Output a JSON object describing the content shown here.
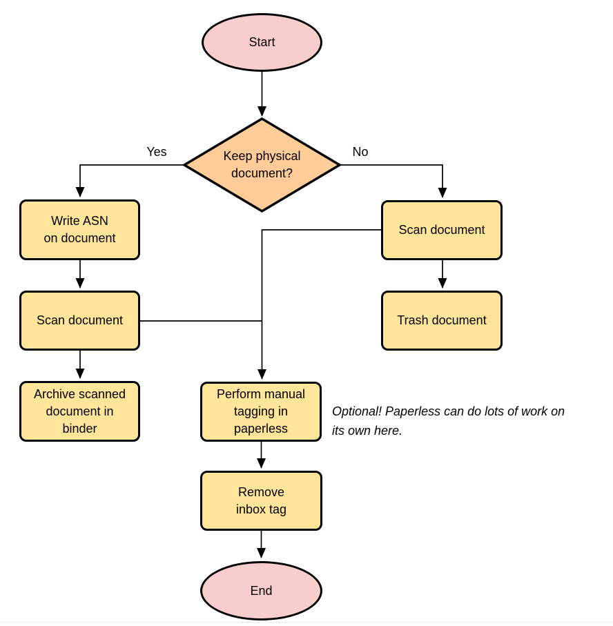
{
  "flowchart": {
    "nodes": {
      "start": {
        "type": "terminal",
        "label": "Start"
      },
      "decision": {
        "type": "decision",
        "label": "Keep physical\ndocument?"
      },
      "write_asn": {
        "type": "process",
        "label": "Write ASN\non document"
      },
      "scan_left": {
        "type": "process",
        "label": "Scan document"
      },
      "archive": {
        "type": "process",
        "label": "Archive scanned\ndocument in\nbinder"
      },
      "scan_right": {
        "type": "process",
        "label": "Scan document"
      },
      "trash": {
        "type": "process",
        "label": "Trash document"
      },
      "tagging": {
        "type": "process",
        "label": "Perform manual\ntagging in\npaperless"
      },
      "remove_inbox": {
        "type": "process",
        "label": "Remove\ninbox tag"
      },
      "end": {
        "type": "terminal",
        "label": "End"
      }
    },
    "edge_labels": {
      "yes": "Yes",
      "no": "No"
    },
    "annotation": "Optional! Paperless can do lots of work on\nits own here.",
    "colors": {
      "terminal_fill": "#f8cecc",
      "decision_fill": "#ffcc99",
      "process_fill": "#ffe599",
      "stroke": "#000000"
    }
  }
}
